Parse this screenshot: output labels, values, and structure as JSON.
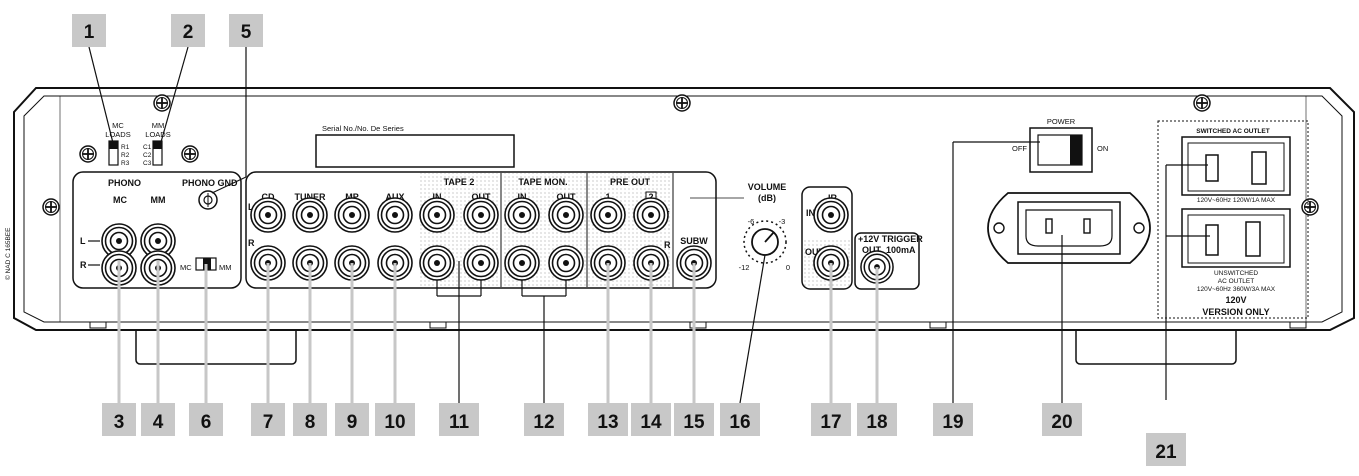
{
  "callouts_top": [
    "1",
    "2",
    "5"
  ],
  "callouts_bottom": [
    "3",
    "4",
    "6",
    "7",
    "8",
    "9",
    "10",
    "11",
    "12",
    "13",
    "14",
    "15",
    "16",
    "17",
    "18",
    "19",
    "20",
    "21"
  ],
  "side_text": "© NAD C 165BEE",
  "serial_label": "Serial No./No. De Series",
  "mc_loads": {
    "title1": "MC",
    "title2": "LOADS",
    "opts": [
      "R1",
      "R2",
      "R3"
    ]
  },
  "mm_loads": {
    "title1": "MM",
    "title2": "LOADS",
    "opts": [
      "C1",
      "C2",
      "C3"
    ]
  },
  "phono": {
    "title": "PHONO",
    "mc": "MC",
    "mm": "MM",
    "switch_mc": "MC",
    "switch_mm": "MM",
    "gnd": "PHONO GND"
  },
  "channels": {
    "left": "L",
    "right": "R"
  },
  "inputs": {
    "cd": "CD",
    "tuner": "TUNER",
    "mp": "MP",
    "aux": "AUX"
  },
  "tape2": {
    "title": "TAPE 2",
    "in": "IN",
    "out": "OUT"
  },
  "tape_mon": {
    "title": "TAPE MON.",
    "in": "IN",
    "out": "OUT"
  },
  "pre_out": {
    "title": "PRE OUT",
    "one": "1",
    "two": "2"
  },
  "subw": "SUBW",
  "volume": {
    "title": "VOLUME",
    "unit": "(dB)",
    "t1": "-6",
    "t2": "-3",
    "t3": "-12",
    "t4": "0"
  },
  "ir": {
    "title": "IR",
    "in": "IN",
    "out": "OUT"
  },
  "trigger": {
    "title": "+12V TRIGGER",
    "out": "OUT",
    "ma": "100mA"
  },
  "power": {
    "title": "POWER",
    "off": "OFF",
    "on": "ON"
  },
  "outlet": {
    "switched": "SWITCHED AC OUTLET",
    "switched_spec": "120V~60Hz  120W/1A MAX",
    "unswitched1": "UNSWITCHED",
    "unswitched2": "AC OUTLET",
    "unswitched_spec": "120V~60Hz  360W/3A MAX",
    "version1": "120V",
    "version2": "VERSION ONLY"
  }
}
